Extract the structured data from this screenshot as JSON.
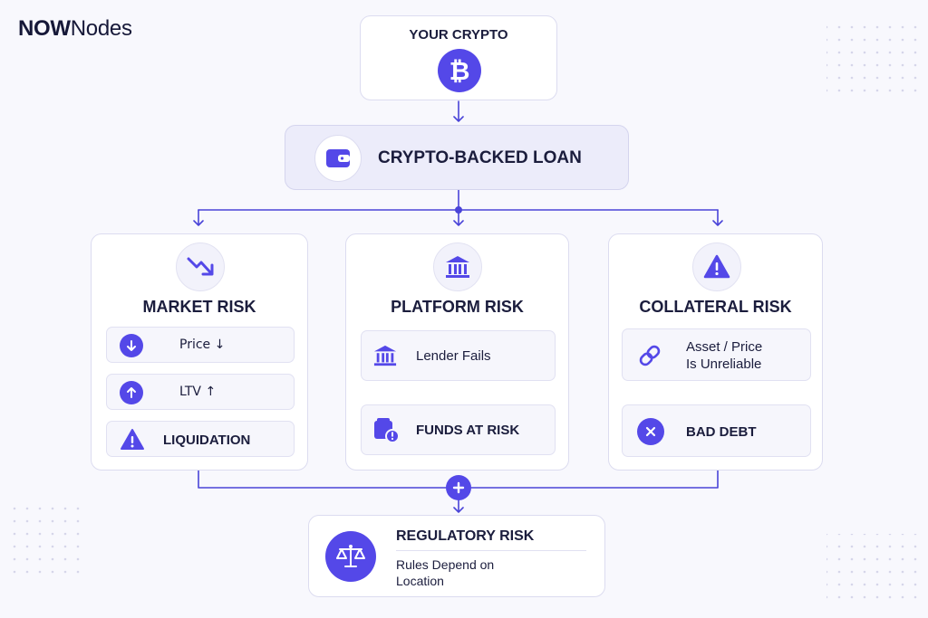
{
  "brand": {
    "bold": "NOW",
    "light": "Nodes"
  },
  "colors": {
    "accent": "#5448e8",
    "line": "#4a44d8",
    "text": "#1b1d3d"
  },
  "top": {
    "title": "YOUR CRYPTO",
    "icon": "bitcoin-icon"
  },
  "loan": {
    "title": "CRYPTO-BACKED LOAN",
    "icon": "wallet-icon"
  },
  "market": {
    "title": "MARKET RISK",
    "icon": "trending-down-icon",
    "items": [
      {
        "label": "Price ↓",
        "icon": "arrow-down-icon"
      },
      {
        "label": "LTV ↑",
        "icon": "arrow-up-icon"
      },
      {
        "label": "LIQUIDATION",
        "icon": "warning-icon"
      }
    ]
  },
  "platform": {
    "title": "PLATFORM RISK",
    "icon": "bank-icon",
    "items": [
      {
        "label": "Lender Fails",
        "icon": "bank-icon"
      },
      {
        "label": "FUNDS AT RISK",
        "icon": "wallet-alert-icon"
      }
    ]
  },
  "collateral": {
    "title": "COLLATERAL RISK",
    "icon": "warning-icon",
    "items": [
      {
        "line1": "Asset / Price",
        "line2": "Is Unreliable",
        "icon": "link-icon"
      },
      {
        "label": "BAD DEBT",
        "icon": "x-circle-icon"
      }
    ]
  },
  "regulatory": {
    "title": "REGULATORY RISK",
    "line1": "Rules Depend on",
    "line2": "Location",
    "icon": "scales-icon"
  }
}
